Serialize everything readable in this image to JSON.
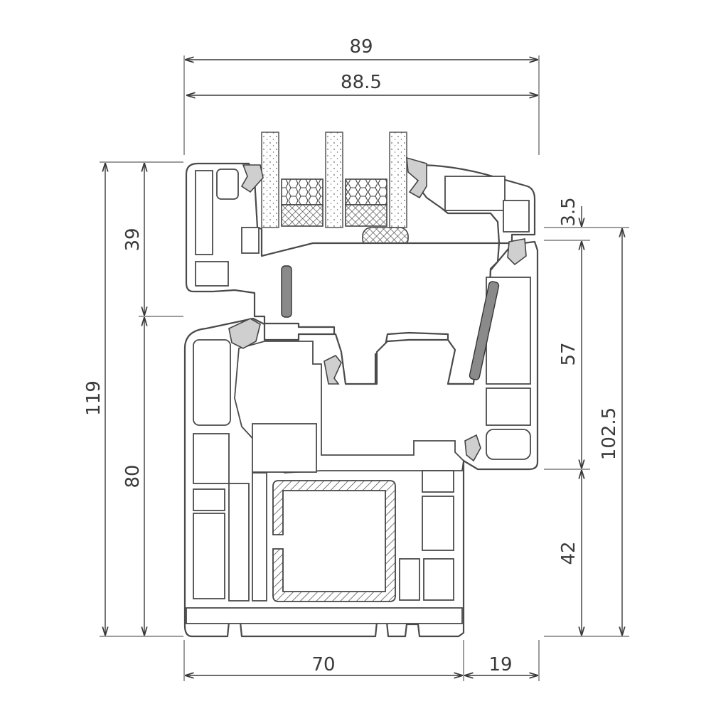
{
  "dimensions": {
    "frame_width_outer": "89",
    "frame_width_inner": "88.5",
    "sash_height": "39",
    "total_height": "119",
    "frame_height": "80",
    "gasket_offset": "3.5",
    "sash_visible": "57",
    "right_total": "102.5",
    "right_lower": "42",
    "bottom_frame": "70",
    "bottom_overlap": "19"
  },
  "colors": {
    "line": "#3a3a3a",
    "gasket": "#cfcfcf",
    "screw": "#8a8a8a"
  }
}
